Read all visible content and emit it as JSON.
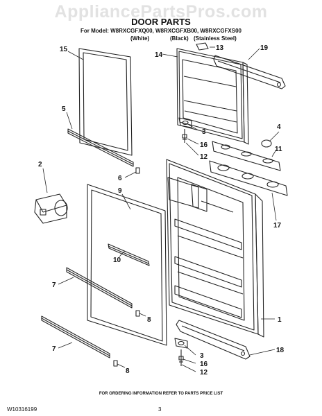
{
  "watermark": "AppliancePartsPros.com",
  "title": "DOOR PARTS",
  "model_line": "For Model: W8RXCGFXQ00, W8RXCGFXB00, W8RXCGFXS00",
  "variants": [
    "(White)",
    "(Black)",
    "(Stainless Steel)"
  ],
  "footer_note": "FOR ORDERING INFORMATION REFER TO PARTS PRICE LIST",
  "doc_id": "W10316199",
  "page_number": "3",
  "callouts": [
    "15",
    "14",
    "13",
    "19",
    "5",
    "3",
    "16",
    "12",
    "4",
    "11",
    "6",
    "2",
    "9",
    "17",
    "10",
    "7",
    "8",
    "1",
    "7",
    "8",
    "3",
    "16",
    "12",
    "18"
  ]
}
